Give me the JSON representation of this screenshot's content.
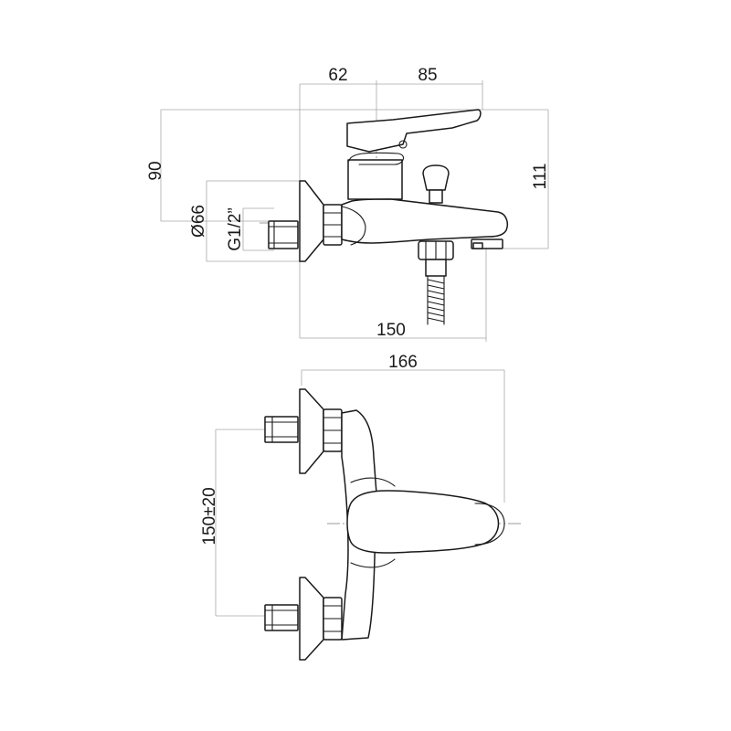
{
  "side_view": {
    "dims": {
      "back_offset": "62",
      "front_offset": "85",
      "handle_height": "90",
      "total_height": "111",
      "flange_diameter": "Ø66",
      "thread": "G1/2”",
      "depth": "150"
    }
  },
  "top_view": {
    "dims": {
      "total_depth": "166",
      "spacing": "150±20"
    }
  }
}
